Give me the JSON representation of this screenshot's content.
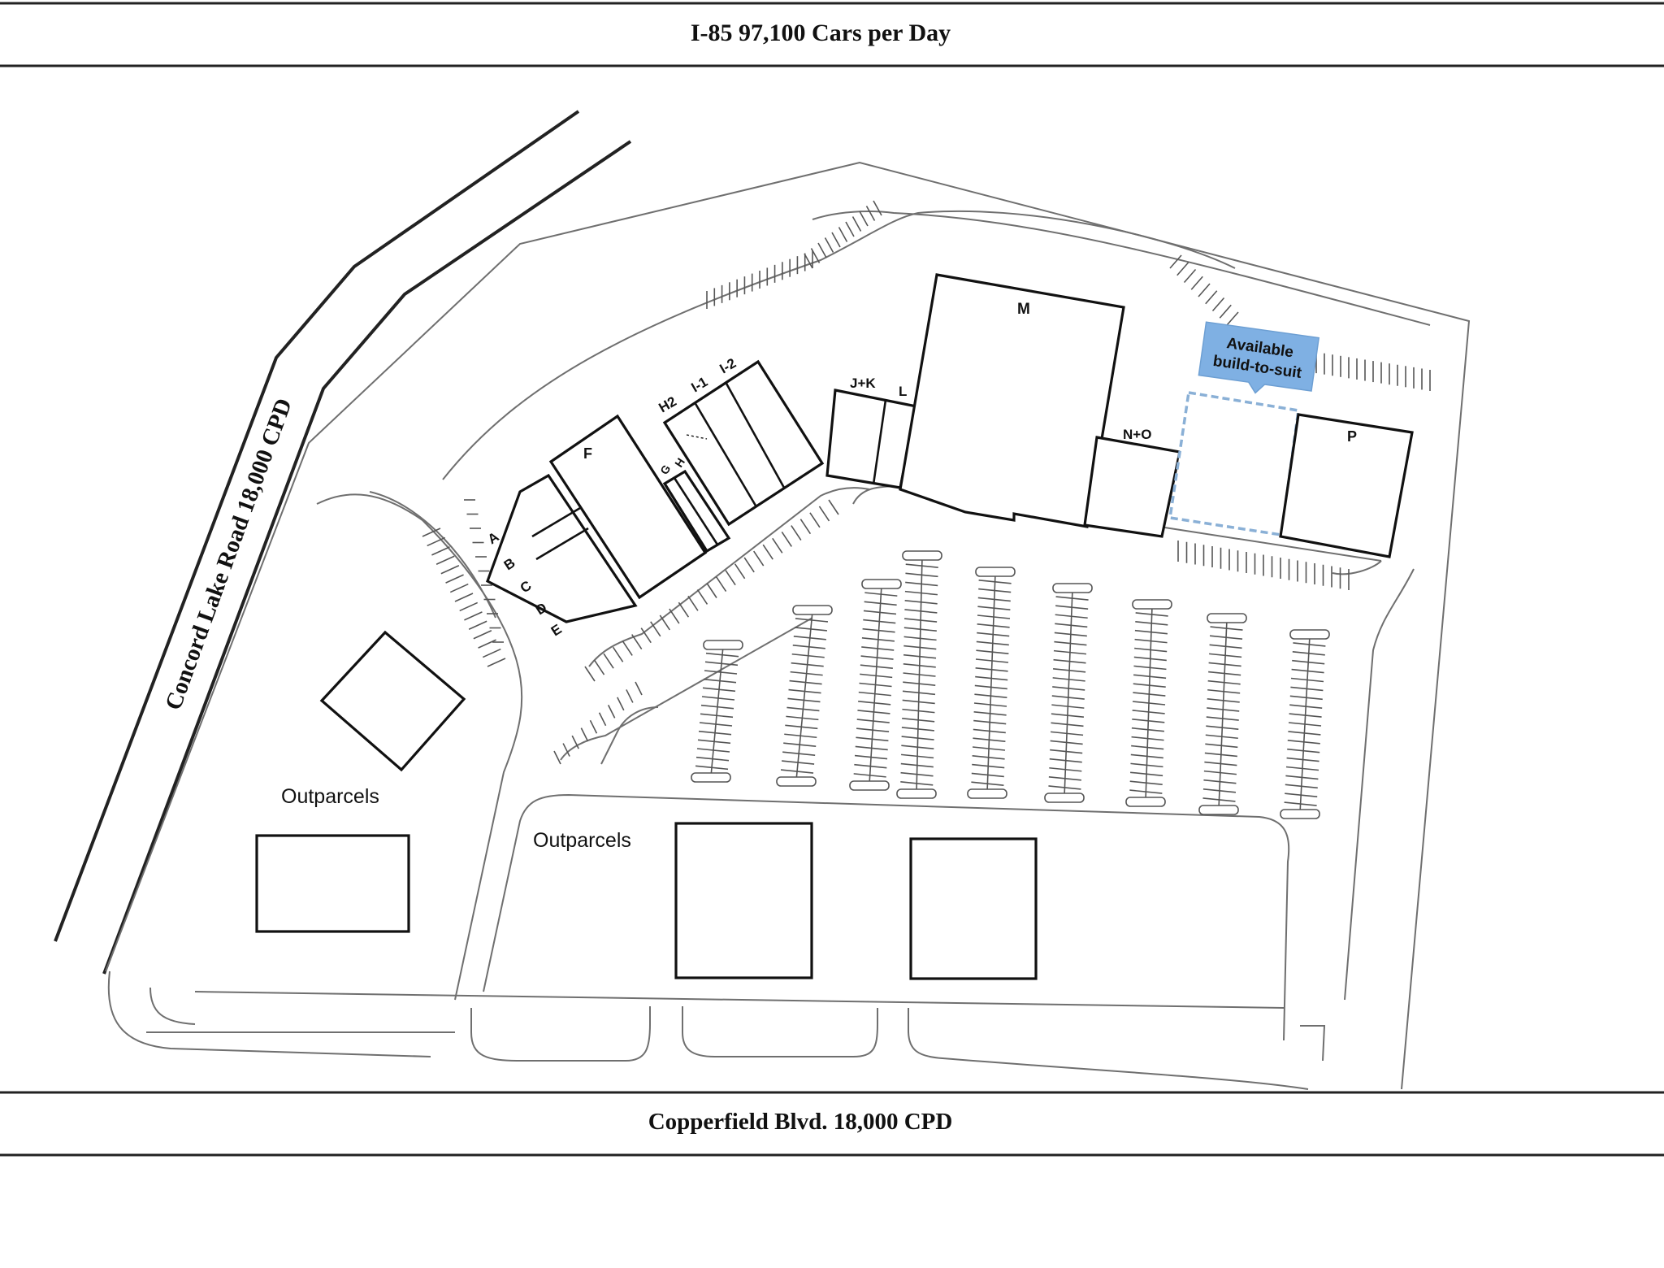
{
  "roads": {
    "top": "I-85 97,100 Cars per Day",
    "left": "Concord Lake Road 18,000 CPD",
    "bottom": "Copperfield Blvd. 18,000 CPD"
  },
  "units": {
    "A": "A",
    "B": "B",
    "C": "C",
    "D": "D",
    "E": "E",
    "F": "F",
    "G": "G",
    "H": "H",
    "H2": "H2",
    "I1": "I-1",
    "I2": "I-2",
    "JK": "J+K",
    "L": "L",
    "M": "M",
    "NO": "N+O",
    "P": "P"
  },
  "outparcels": {
    "left_label": "Outparcels",
    "bottom_label": "Outparcels"
  },
  "callout": {
    "line1": "Available",
    "line2": "build-to-suit",
    "fill_color": "#7fb0e3",
    "border_color": "#8ab0d6"
  },
  "colors": {
    "building_stroke": "#111111",
    "lot_stroke": "#6f6f6f",
    "road_rule": "#222222"
  }
}
